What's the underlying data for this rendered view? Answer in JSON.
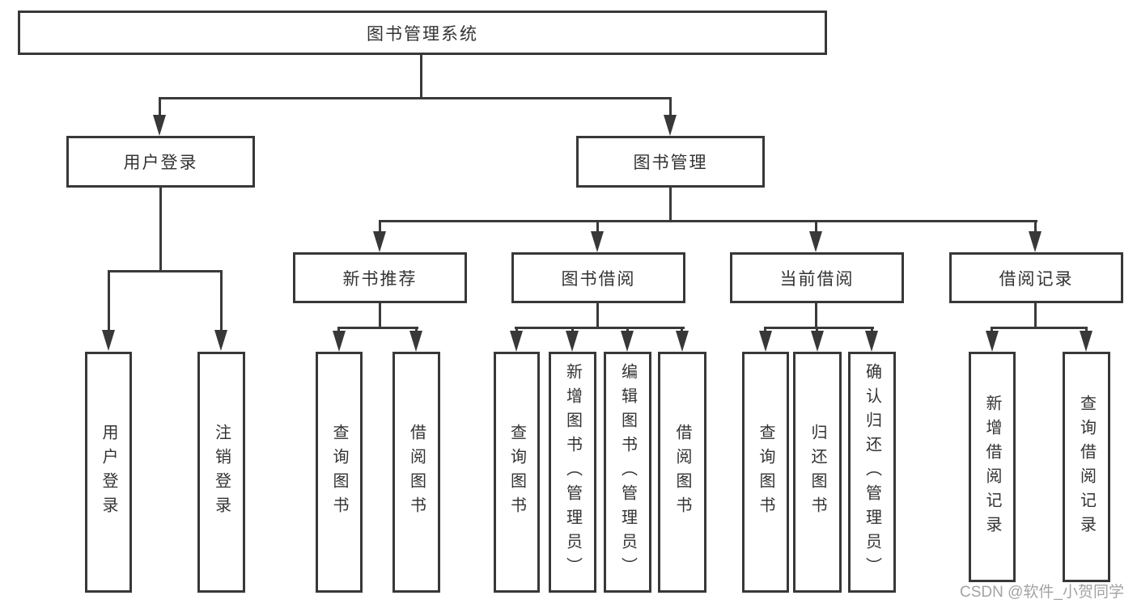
{
  "title": {
    "label": "图书管理系统"
  },
  "level2": {
    "user_login": "用户登录",
    "book_management": "图书管理"
  },
  "level3": {
    "new_book_recommend": "新书推荐",
    "book_borrow": "图书借阅",
    "current_borrow": "当前借阅",
    "borrow_record": "借阅记录"
  },
  "leaves": {
    "user_login": "用户登录",
    "logout": "注销登录",
    "recommend_query_book": "查询图书",
    "recommend_borrow_book": "借阅图书",
    "borrow_query_book": "查询图书",
    "borrow_add_book": "新增图书（管理员）",
    "borrow_edit_book": "编辑图书（管理员）",
    "borrow_borrow_book": "借阅图书",
    "current_query_book": "查询图书",
    "current_return_book": "归还图书",
    "current_confirm_return": "确认归还（管理员）",
    "record_add": "新增借阅记录",
    "record_query": "查询借阅记录"
  },
  "watermark": {
    "text": "CSDN @软件_小贺同学"
  },
  "colors": {
    "line": "#3a3a3a",
    "box_border": "#383838",
    "text": "#333333",
    "watermark": "#a3a3a3",
    "background": "#ffffff"
  }
}
